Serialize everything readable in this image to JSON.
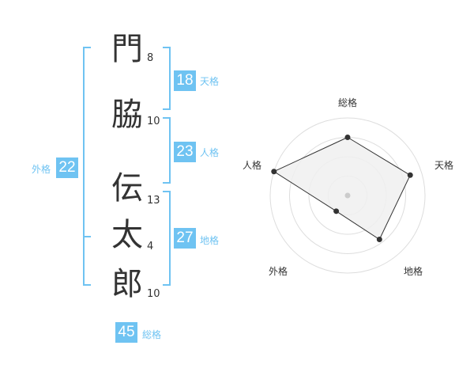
{
  "name_chars": [
    {
      "char": "門",
      "strokes": "8"
    },
    {
      "char": "脇",
      "strokes": "10"
    },
    {
      "char": "伝",
      "strokes": "13"
    },
    {
      "char": "太",
      "strokes": "4"
    },
    {
      "char": "郎",
      "strokes": "10"
    }
  ],
  "fortunes": {
    "tenkaku": {
      "label": "天格",
      "value": "18"
    },
    "jinkaku": {
      "label": "人格",
      "value": "23"
    },
    "chikaku": {
      "label": "地格",
      "value": "27"
    },
    "gaikaku": {
      "label": "外格",
      "value": "22"
    },
    "soukaku": {
      "label": "総格",
      "value": "45"
    }
  },
  "colors": {
    "accent": "#6fc3f2",
    "text": "#333333",
    "radar_fill": "#f0f0f0",
    "radar_grid": "#dddddd"
  },
  "chart_data": {
    "type": "radar",
    "axes": [
      "総格",
      "天格",
      "地格",
      "外格",
      "人格"
    ],
    "rings": 4,
    "values": [
      0.75,
      0.85,
      0.7,
      0.25,
      1.0
    ],
    "scale": [
      0,
      1
    ]
  }
}
